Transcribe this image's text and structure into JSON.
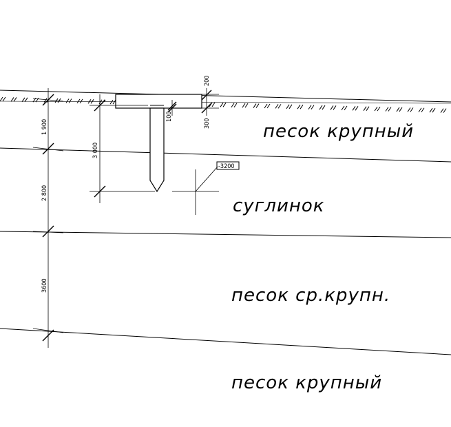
{
  "soil_layers": [
    {
      "name": "песок крупный"
    },
    {
      "name": "суглинок"
    },
    {
      "name": "песок ср.крупн."
    },
    {
      "name": "песок крупный"
    }
  ],
  "layer_thickness_dims": [
    "1 900",
    "2 800",
    "3600"
  ],
  "pile_length_dim": "3 000",
  "footing_dims": [
    "200",
    "300",
    "100"
  ],
  "elevation_mark": "-3200"
}
